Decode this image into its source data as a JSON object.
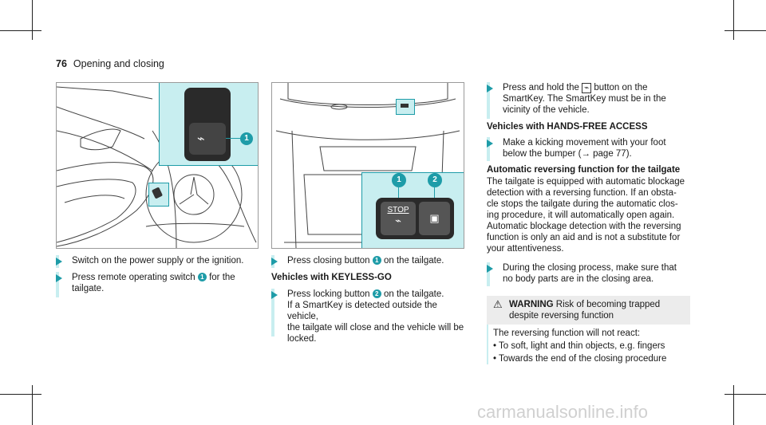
{
  "header": {
    "page_number": "76",
    "section": "Opening and closing"
  },
  "figures": {
    "left_badge": "1",
    "middle_badges": [
      "1",
      "2"
    ],
    "stop_label": "STOP"
  },
  "col1": {
    "b1": "Switch on the power supply or the ignition.",
    "b2_pre": "Press remote operating switch",
    "b2_num": "1",
    "b2_post": "for the",
    "b2_line2": "tailgate."
  },
  "col2": {
    "b1_pre": "Press closing button",
    "b1_num": "1",
    "b1_post": "on the tailgate.",
    "h1": "Vehicles with KEYLESS-GO",
    "b2_pre": "Press locking button",
    "b2_num": "2",
    "b2_post": "on the tailgate.",
    "b2_l2": "If a SmartKey is detected outside the vehicle,",
    "b2_l3": "the tailgate will close and the vehicle will be",
    "b2_l4": "locked."
  },
  "col3": {
    "b1_l1": "Press and hold the",
    "b1_l1b": "button on the",
    "b1_l2": "SmartKey. The SmartKey must be in the",
    "b1_l3": "vicinity of the vehicle.",
    "h1": "Vehicles with HANDS-FREE ACCESS",
    "b2_l1": "Make a kicking movement with your foot",
    "b2_l2": "below the bumper (→ page 77).",
    "h2": "Automatic reversing function for the tailgate",
    "p": [
      "The tailgate is equipped with automatic blockage",
      "detection with a reversing function. If an obsta-",
      "cle stops the tailgate during the automatic clos-",
      "ing procedure, it will automatically open again.",
      "Automatic blockage detection with the reversing",
      "function is only an aid and is not a substitute for",
      "your attentiveness."
    ],
    "b3_l1": "During the closing process, make sure that",
    "b3_l2": "no body parts are in the closing area.",
    "warning_title": "WARNING",
    "warning_text_l1": "Risk of becoming trapped",
    "warning_text_l2": "despite reversing function",
    "warning_body": "The reversing function will not react:",
    "warning_items": [
      "To soft, light and thin objects, e.g. fingers",
      "Towards the end of the closing procedure"
    ]
  },
  "watermark": "carmanualsonline.info"
}
